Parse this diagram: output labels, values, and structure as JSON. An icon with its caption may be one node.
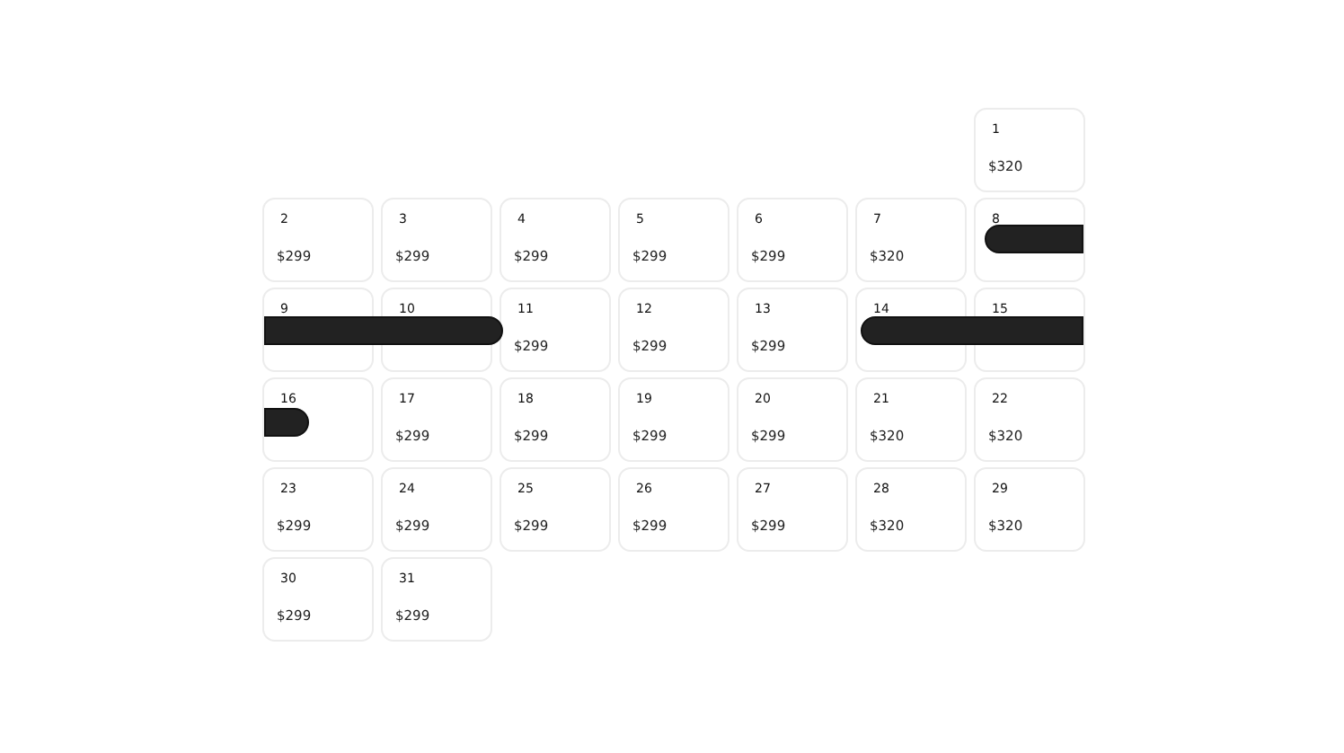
{
  "diagram": {
    "nodes": [
      {
        "text": [
          "1",
          "$320"
        ]
      },
      {
        "text": [
          "2",
          "$299"
        ]
      },
      {
        "text": [
          "3",
          "$299"
        ]
      },
      {
        "text": [
          "4",
          "$299"
        ]
      },
      {
        "text": [
          "5",
          "$299"
        ]
      },
      {
        "text": [
          "6",
          "$299"
        ]
      },
      {
        "text": [
          "7",
          "$320"
        ]
      },
      {
        "text": [
          "8"
        ]
      },
      {
        "text": [
          "9"
        ]
      },
      {
        "text": [
          "10"
        ]
      },
      {
        "text": [
          "11",
          "$299"
        ]
      },
      {
        "text": [
          "12",
          "$299"
        ]
      },
      {
        "text": [
          "13",
          "$299"
        ]
      },
      {
        "text": [
          "14"
        ]
      },
      {
        "text": [
          "15"
        ]
      },
      {
        "text": [
          "16"
        ]
      },
      {
        "text": [
          "17",
          "$299"
        ]
      },
      {
        "text": [
          "18",
          "$299"
        ]
      },
      {
        "text": [
          "19",
          "$299"
        ]
      },
      {
        "text": [
          "20",
          "$299"
        ]
      },
      {
        "text": [
          "21",
          "$320"
        ]
      },
      {
        "text": [
          "22",
          "$320"
        ]
      },
      {
        "text": [
          "23",
          "$299"
        ]
      },
      {
        "text": [
          "24",
          "$299"
        ]
      },
      {
        "text": [
          "25",
          "$299"
        ]
      },
      {
        "text": [
          "26",
          "$299"
        ]
      },
      {
        "text": [
          "27",
          "$299"
        ]
      },
      {
        "text": [
          "28",
          "$320"
        ]
      },
      {
        "text": [
          "29",
          "$320"
        ]
      },
      {
        "text": [
          "30",
          "$299"
        ]
      },
      {
        "text": [
          "31",
          "$299"
        ]
      },
      {
        "text": [],
        "shape": "bar",
        "in": 7
      },
      {
        "text": [],
        "shape": "bar"
      },
      {
        "text": [],
        "shape": "bar"
      },
      {
        "text": [],
        "shape": "bar",
        "in": 15
      }
    ]
  }
}
